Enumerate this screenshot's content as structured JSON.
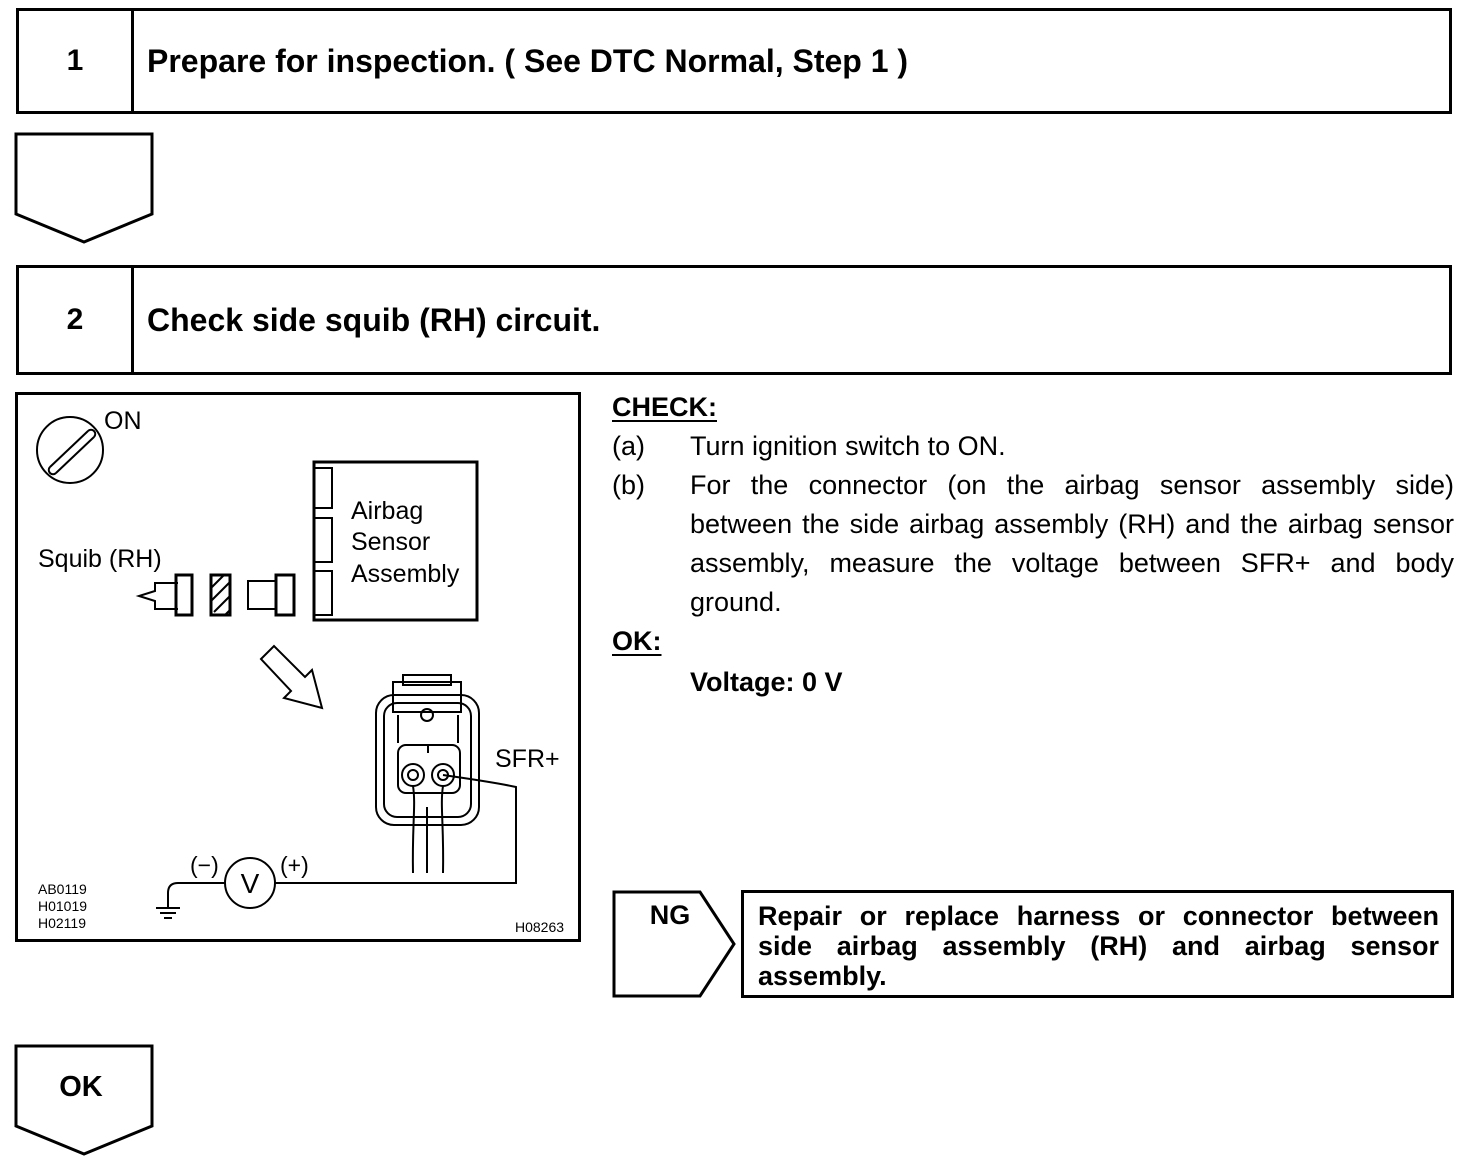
{
  "steps": [
    {
      "number": "1",
      "title": "Prepare for inspection. ( See DTC Normal, Step 1 )"
    },
    {
      "number": "2",
      "title": "Check side squib (RH) circuit."
    }
  ],
  "figure": {
    "ignition_label": "ON",
    "squib_label": "Squib (RH)",
    "sensor_label": [
      "Airbag",
      "Sensor",
      "Assembly"
    ],
    "terminal_label": "SFR+",
    "meter_minus": "(−)",
    "meter_plus": "(+)",
    "meter_symbol": "V",
    "codes": [
      "AB0119",
      "H01019",
      "H02119"
    ],
    "figure_code": "H08263"
  },
  "check": {
    "heading": "CHECK:",
    "items": [
      {
        "label": "(a)",
        "text": "Turn ignition switch to ON."
      },
      {
        "label": "(b)",
        "text": "For the connector (on the airbag sensor assembly side) between the side airbag assembly (RH) and the airbag sensor assembly, measure the voltage between SFR+ and body ground."
      }
    ],
    "ok_heading": "OK:",
    "ok_value": "Voltage: 0 V"
  },
  "ng": {
    "label": "NG",
    "text": "Repair or replace harness or connector between side airbag assembly (RH) and airbag sensor assembly."
  },
  "ok_arrow_label": "OK"
}
